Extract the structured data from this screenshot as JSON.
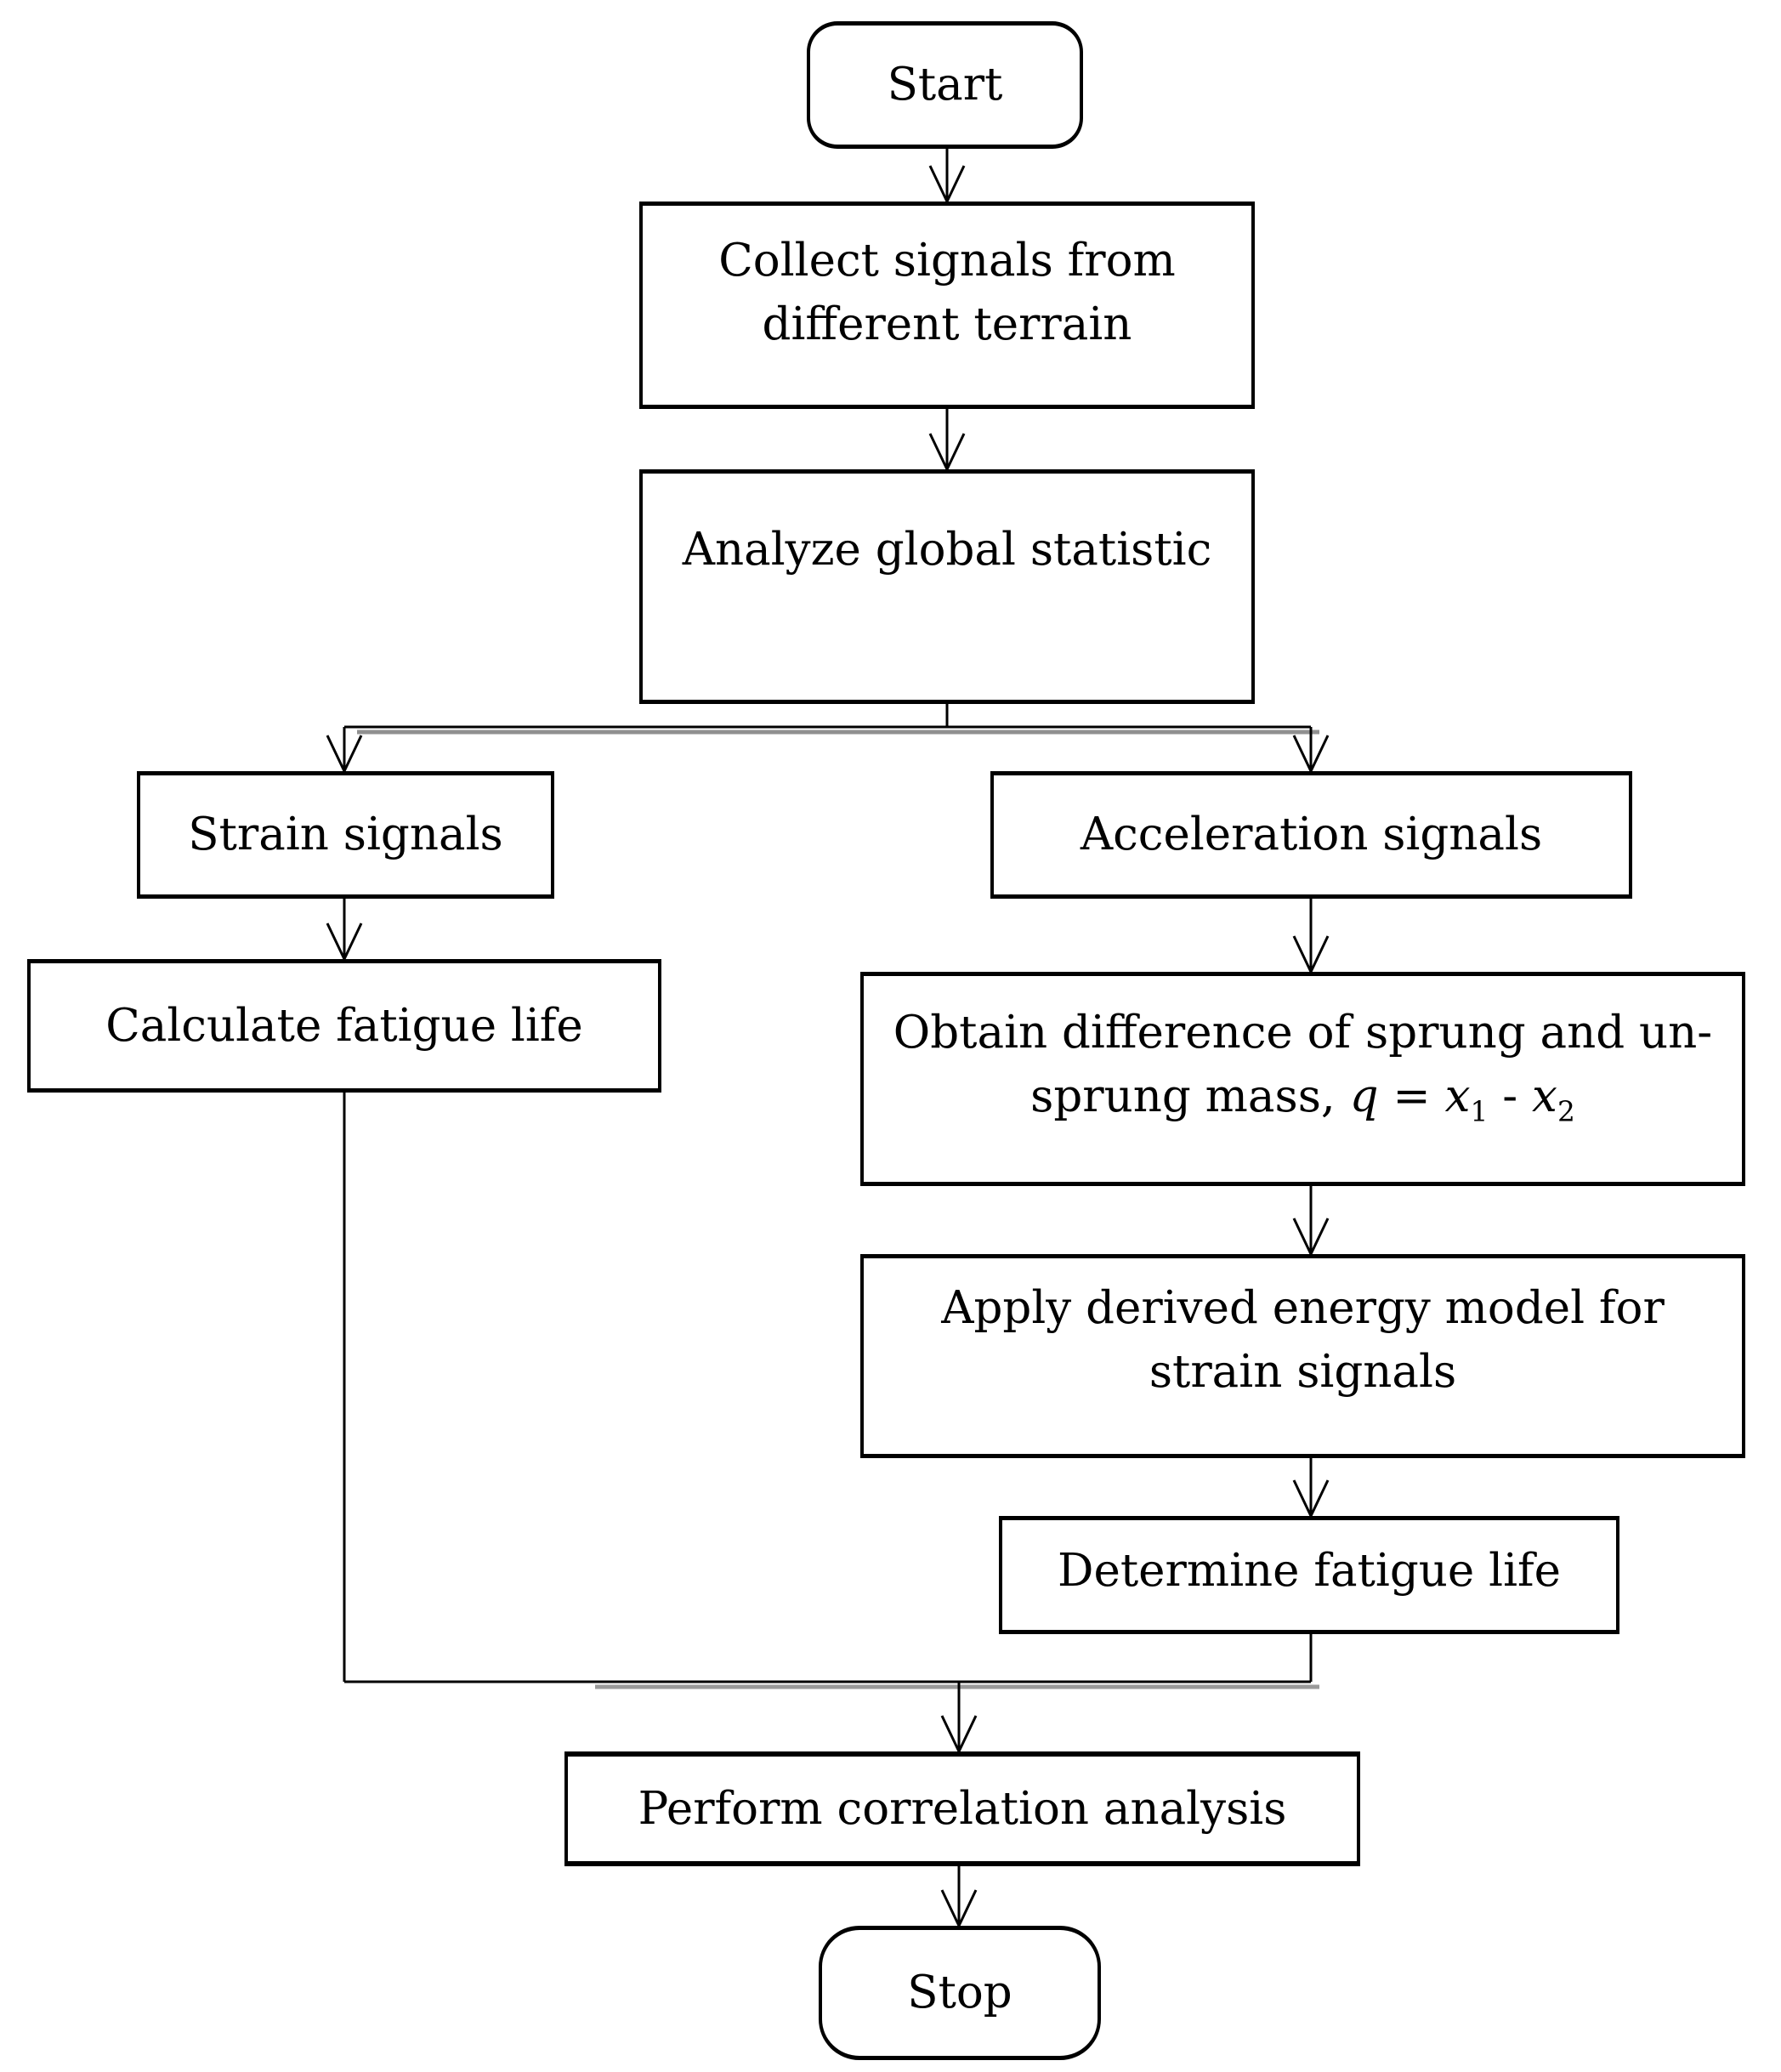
{
  "diagram": {
    "title": "Flowchart of signal analysis and fatigue life correlation study",
    "colors": {
      "line": "#000000",
      "text": "#000000",
      "background": "#ffffff",
      "line_shadow": "#909090"
    },
    "nodes": {
      "start": {
        "label": "Start"
      },
      "collect": {
        "line1": "Collect signals from",
        "line2": "different terrain"
      },
      "analyze": {
        "label": "Analyze global statistic"
      },
      "strain": {
        "label": "Strain signals"
      },
      "acceleration": {
        "label": "Acceleration signals"
      },
      "calculate": {
        "label": "Calculate fatigue life"
      },
      "obtain": {
        "line1": "Obtain difference of sprung and un-",
        "line2_prefix": "sprung mass, ",
        "var_q": "q",
        "equals": " = ",
        "var_x": "x",
        "sub1": "1",
        "minus": " - ",
        "sub2": "2"
      },
      "apply": {
        "line1": "Apply derived energy model for",
        "line2": "strain signals"
      },
      "determine": {
        "label": "Determine fatigue life"
      },
      "perform": {
        "label": "Perform correlation analysis"
      },
      "stop": {
        "label": "Stop"
      }
    }
  }
}
